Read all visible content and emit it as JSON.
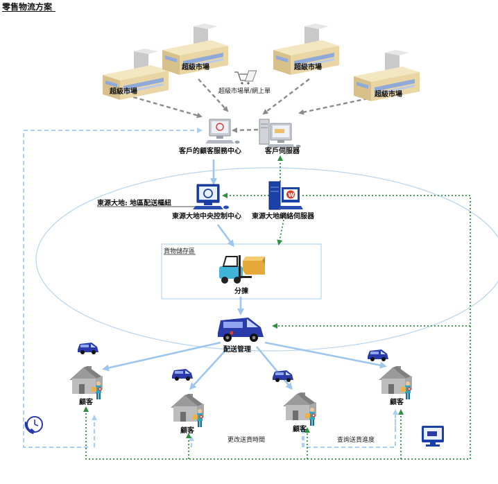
{
  "title": "零售物流方案",
  "supermarkets": [
    {
      "label": "超級市場"
    },
    {
      "label": "超級市場"
    },
    {
      "label": "超級市場"
    },
    {
      "label": "超級市場"
    }
  ],
  "order_label": "超級市場單/網上單",
  "customer_service_center": "客戶的顧客服務中心",
  "customer_server": "客戶伺服器",
  "hub_label": "東源大地: 地區配送樞紐",
  "control_center": "東源大地中央控制中心",
  "network_server": "東源大地網絡伺服器",
  "storage_area": "貨物儲存區",
  "sorting": "分揀",
  "delivery_management": "配送管理",
  "customers": [
    {
      "label": "顧客"
    },
    {
      "label": "顧客"
    },
    {
      "label": "顧客"
    },
    {
      "label": "顧客"
    }
  ],
  "change_time_label": "更改送貨時間",
  "track_label": "查詢送貨進度",
  "colors": {
    "gray_arrow": "#8a8a8a",
    "blue_arrow": "#9cc6ee",
    "green_dotted": "#2f8f3f",
    "ellipse": "#b7d4ee"
  },
  "icons": [
    "warehouse-icon",
    "shopping-cart-icon",
    "computer-icon",
    "server-icon",
    "forklift-icon",
    "van-icon",
    "house-icon",
    "person-icon",
    "clock-phone-icon",
    "monitor-icon"
  ]
}
